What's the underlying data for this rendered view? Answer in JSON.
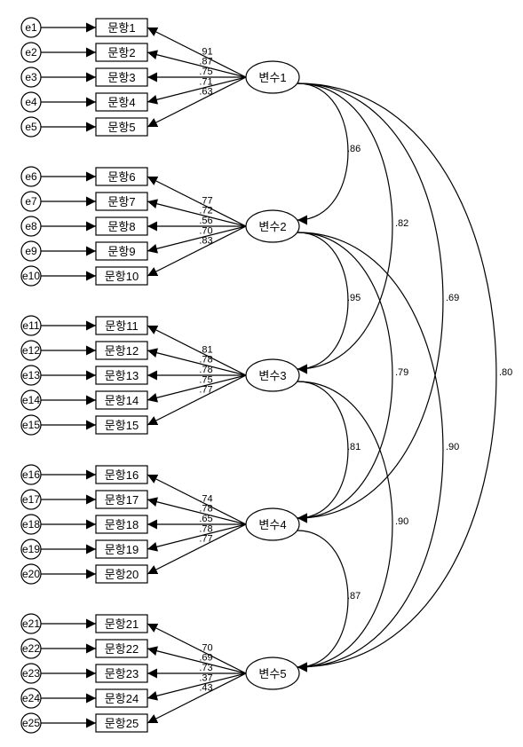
{
  "diagram": {
    "latents": [
      {
        "id": "L1",
        "label": "변수1"
      },
      {
        "id": "L2",
        "label": "변수2"
      },
      {
        "id": "L3",
        "label": "변수3"
      },
      {
        "id": "L4",
        "label": "변수4"
      },
      {
        "id": "L5",
        "label": "변수5"
      }
    ],
    "items": [
      {
        "label": "문항1",
        "error": "e1",
        "loading": ".91"
      },
      {
        "label": "문항2",
        "error": "e2",
        "loading": ".87"
      },
      {
        "label": "문항3",
        "error": "e3",
        "loading": ".75"
      },
      {
        "label": "문항4",
        "error": "e4",
        "loading": ".71"
      },
      {
        "label": "문항5",
        "error": "e5",
        "loading": ".63"
      },
      {
        "label": "문항6",
        "error": "e6",
        "loading": ".77"
      },
      {
        "label": "문항7",
        "error": "e7",
        "loading": ".72"
      },
      {
        "label": "문항8",
        "error": "e8",
        "loading": ".56"
      },
      {
        "label": "문항9",
        "error": "e9",
        "loading": ".70"
      },
      {
        "label": "문항10",
        "error": "e10",
        "loading": ".83"
      },
      {
        "label": "문항11",
        "error": "e11",
        "loading": ".81"
      },
      {
        "label": "문항12",
        "error": "e12",
        "loading": ".78"
      },
      {
        "label": "문항13",
        "error": "e13",
        "loading": ".78"
      },
      {
        "label": "문항14",
        "error": "e14",
        "loading": ".75"
      },
      {
        "label": "문항15",
        "error": "e15",
        "loading": ".77"
      },
      {
        "label": "문항16",
        "error": "e16",
        "loading": ".74"
      },
      {
        "label": "문항17",
        "error": "e17",
        "loading": ".78"
      },
      {
        "label": "문항18",
        "error": "e18",
        "loading": ".65"
      },
      {
        "label": "문항19",
        "error": "e19",
        "loading": ".78"
      },
      {
        "label": "문항20",
        "error": "e20",
        "loading": ".77"
      },
      {
        "label": "문항21",
        "error": "e21",
        "loading": ".70"
      },
      {
        "label": "문항22",
        "error": "e22",
        "loading": ".69"
      },
      {
        "label": "문항23",
        "error": "e23",
        "loading": ".73"
      },
      {
        "label": "문항24",
        "error": "e24",
        "loading": ".37"
      },
      {
        "label": "문항25",
        "error": "e25",
        "loading": ".43"
      }
    ],
    "correlations": [
      {
        "from": "L1",
        "to": "L2",
        "value": ".86"
      },
      {
        "from": "L2",
        "to": "L3",
        "value": ".95"
      },
      {
        "from": "L3",
        "to": "L4",
        "value": ".81"
      },
      {
        "from": "L4",
        "to": "L5",
        "value": ".87"
      },
      {
        "from": "L1",
        "to": "L3",
        "value": ".82"
      },
      {
        "from": "L2",
        "to": "L4",
        "value": ".79"
      },
      {
        "from": "L3",
        "to": "L5",
        "value": ".90"
      },
      {
        "from": "L1",
        "to": "L4",
        "value": ".69"
      },
      {
        "from": "L2",
        "to": "L5",
        "value": ".90"
      },
      {
        "from": "L1",
        "to": "L5",
        "value": ".80"
      }
    ]
  }
}
